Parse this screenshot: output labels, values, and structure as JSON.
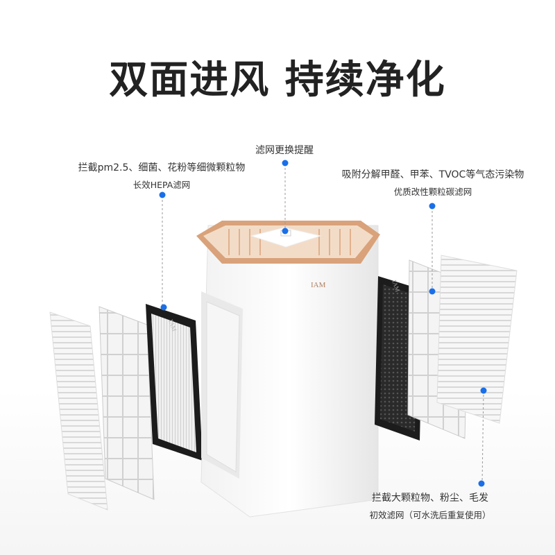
{
  "title": "双面进风 持续净化",
  "callouts": {
    "hepa": {
      "line1": "拦截pm2.5、细菌、花粉等细微颗粒物",
      "line2": "长效HEPA滤网"
    },
    "reminder": {
      "line1": "滤网更换提醒"
    },
    "carbon": {
      "line1": "吸附分解甲醛、甲苯、TVOC等气态污染物",
      "line2": "优质改性颗粒碳滤网"
    },
    "prefilter": {
      "line1": "拦截大颗粒物、粉尘、毛发",
      "line2": "初效滤网（可水洗后重复使用）"
    }
  },
  "brand": "IAM",
  "colors": {
    "dot": "#1a6fe8",
    "accent": "#d9a27a",
    "filter_dark": "#1c1c1c"
  }
}
